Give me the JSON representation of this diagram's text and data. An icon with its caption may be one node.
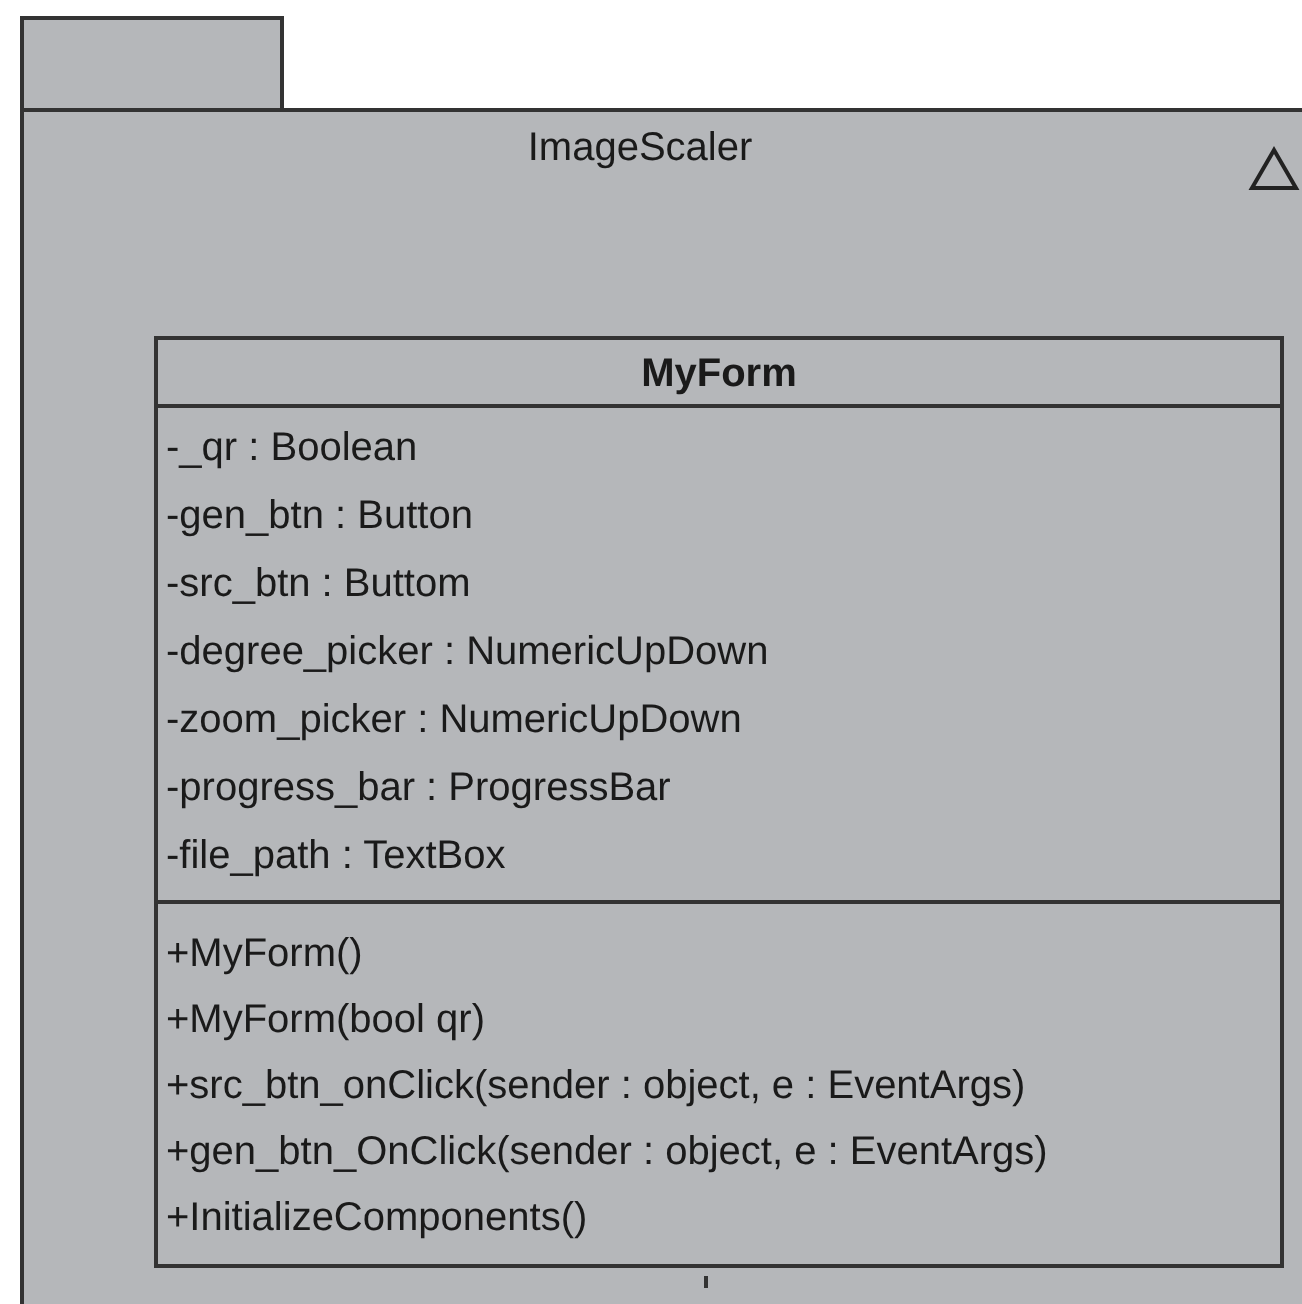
{
  "diagram": {
    "nodes": [
      {
        "text": [
          "ImageScaler"
        ]
      },
      {
        "text": [
          "MyForm",
          "-_qr : Boolean",
          "-gen_btn : Button",
          "-src_btn : Buttom",
          "-degree_picker : NumericUpDown",
          "-zoom_picker : NumericUpDown",
          "-progress_bar : ProgressBar",
          "-file_path : TextBox",
          "+MyForm()",
          "+MyForm(bool qr)",
          "+src_btn_onClick(sender : object, e : EventArgs)",
          "+gen_btn_OnClick(sender : object, e : EventArgs)",
          "+InitializeComponents()"
        ],
        "in": 0
      }
    ]
  }
}
